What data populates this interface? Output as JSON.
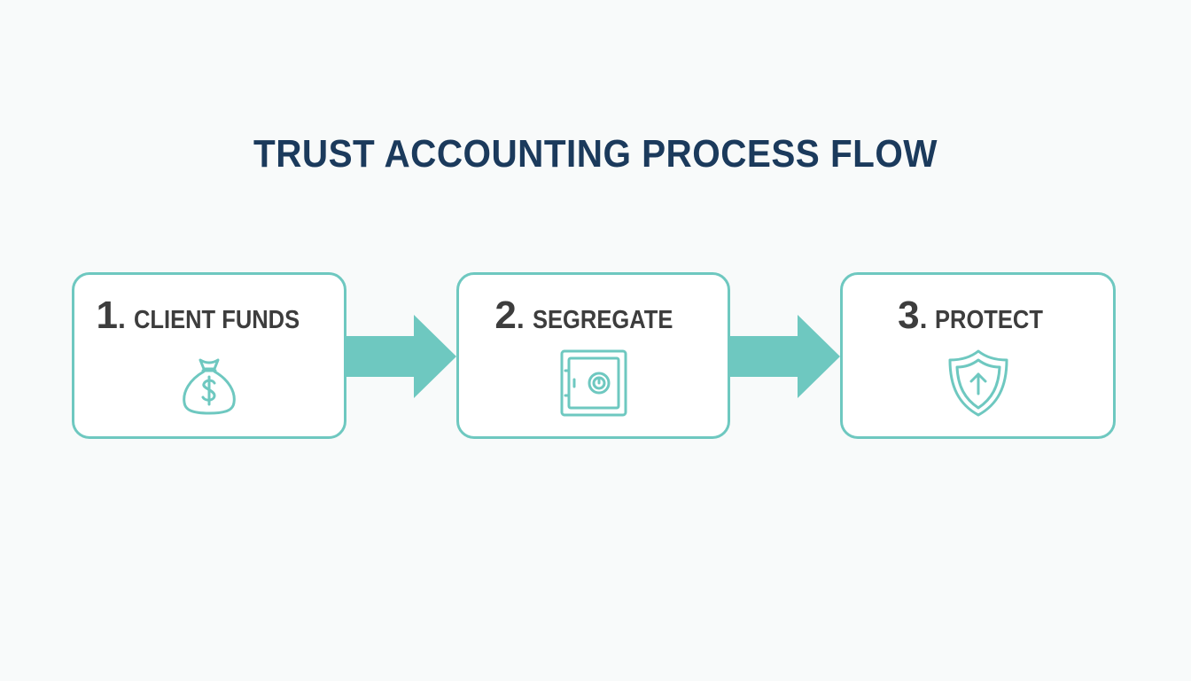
{
  "title": "TRUST ACCOUNTING PROCESS FLOW",
  "accent_color": "#6ec8c0",
  "title_color": "#1b3a5c",
  "steps": [
    {
      "number": "1",
      "label": "CLIENT FUNDS",
      "icon": "money-bag-icon"
    },
    {
      "number": "2",
      "label": "SEGREGATE",
      "icon": "safe-icon"
    },
    {
      "number": "3",
      "label": "PROTECT",
      "icon": "shield-arrow-icon"
    }
  ]
}
